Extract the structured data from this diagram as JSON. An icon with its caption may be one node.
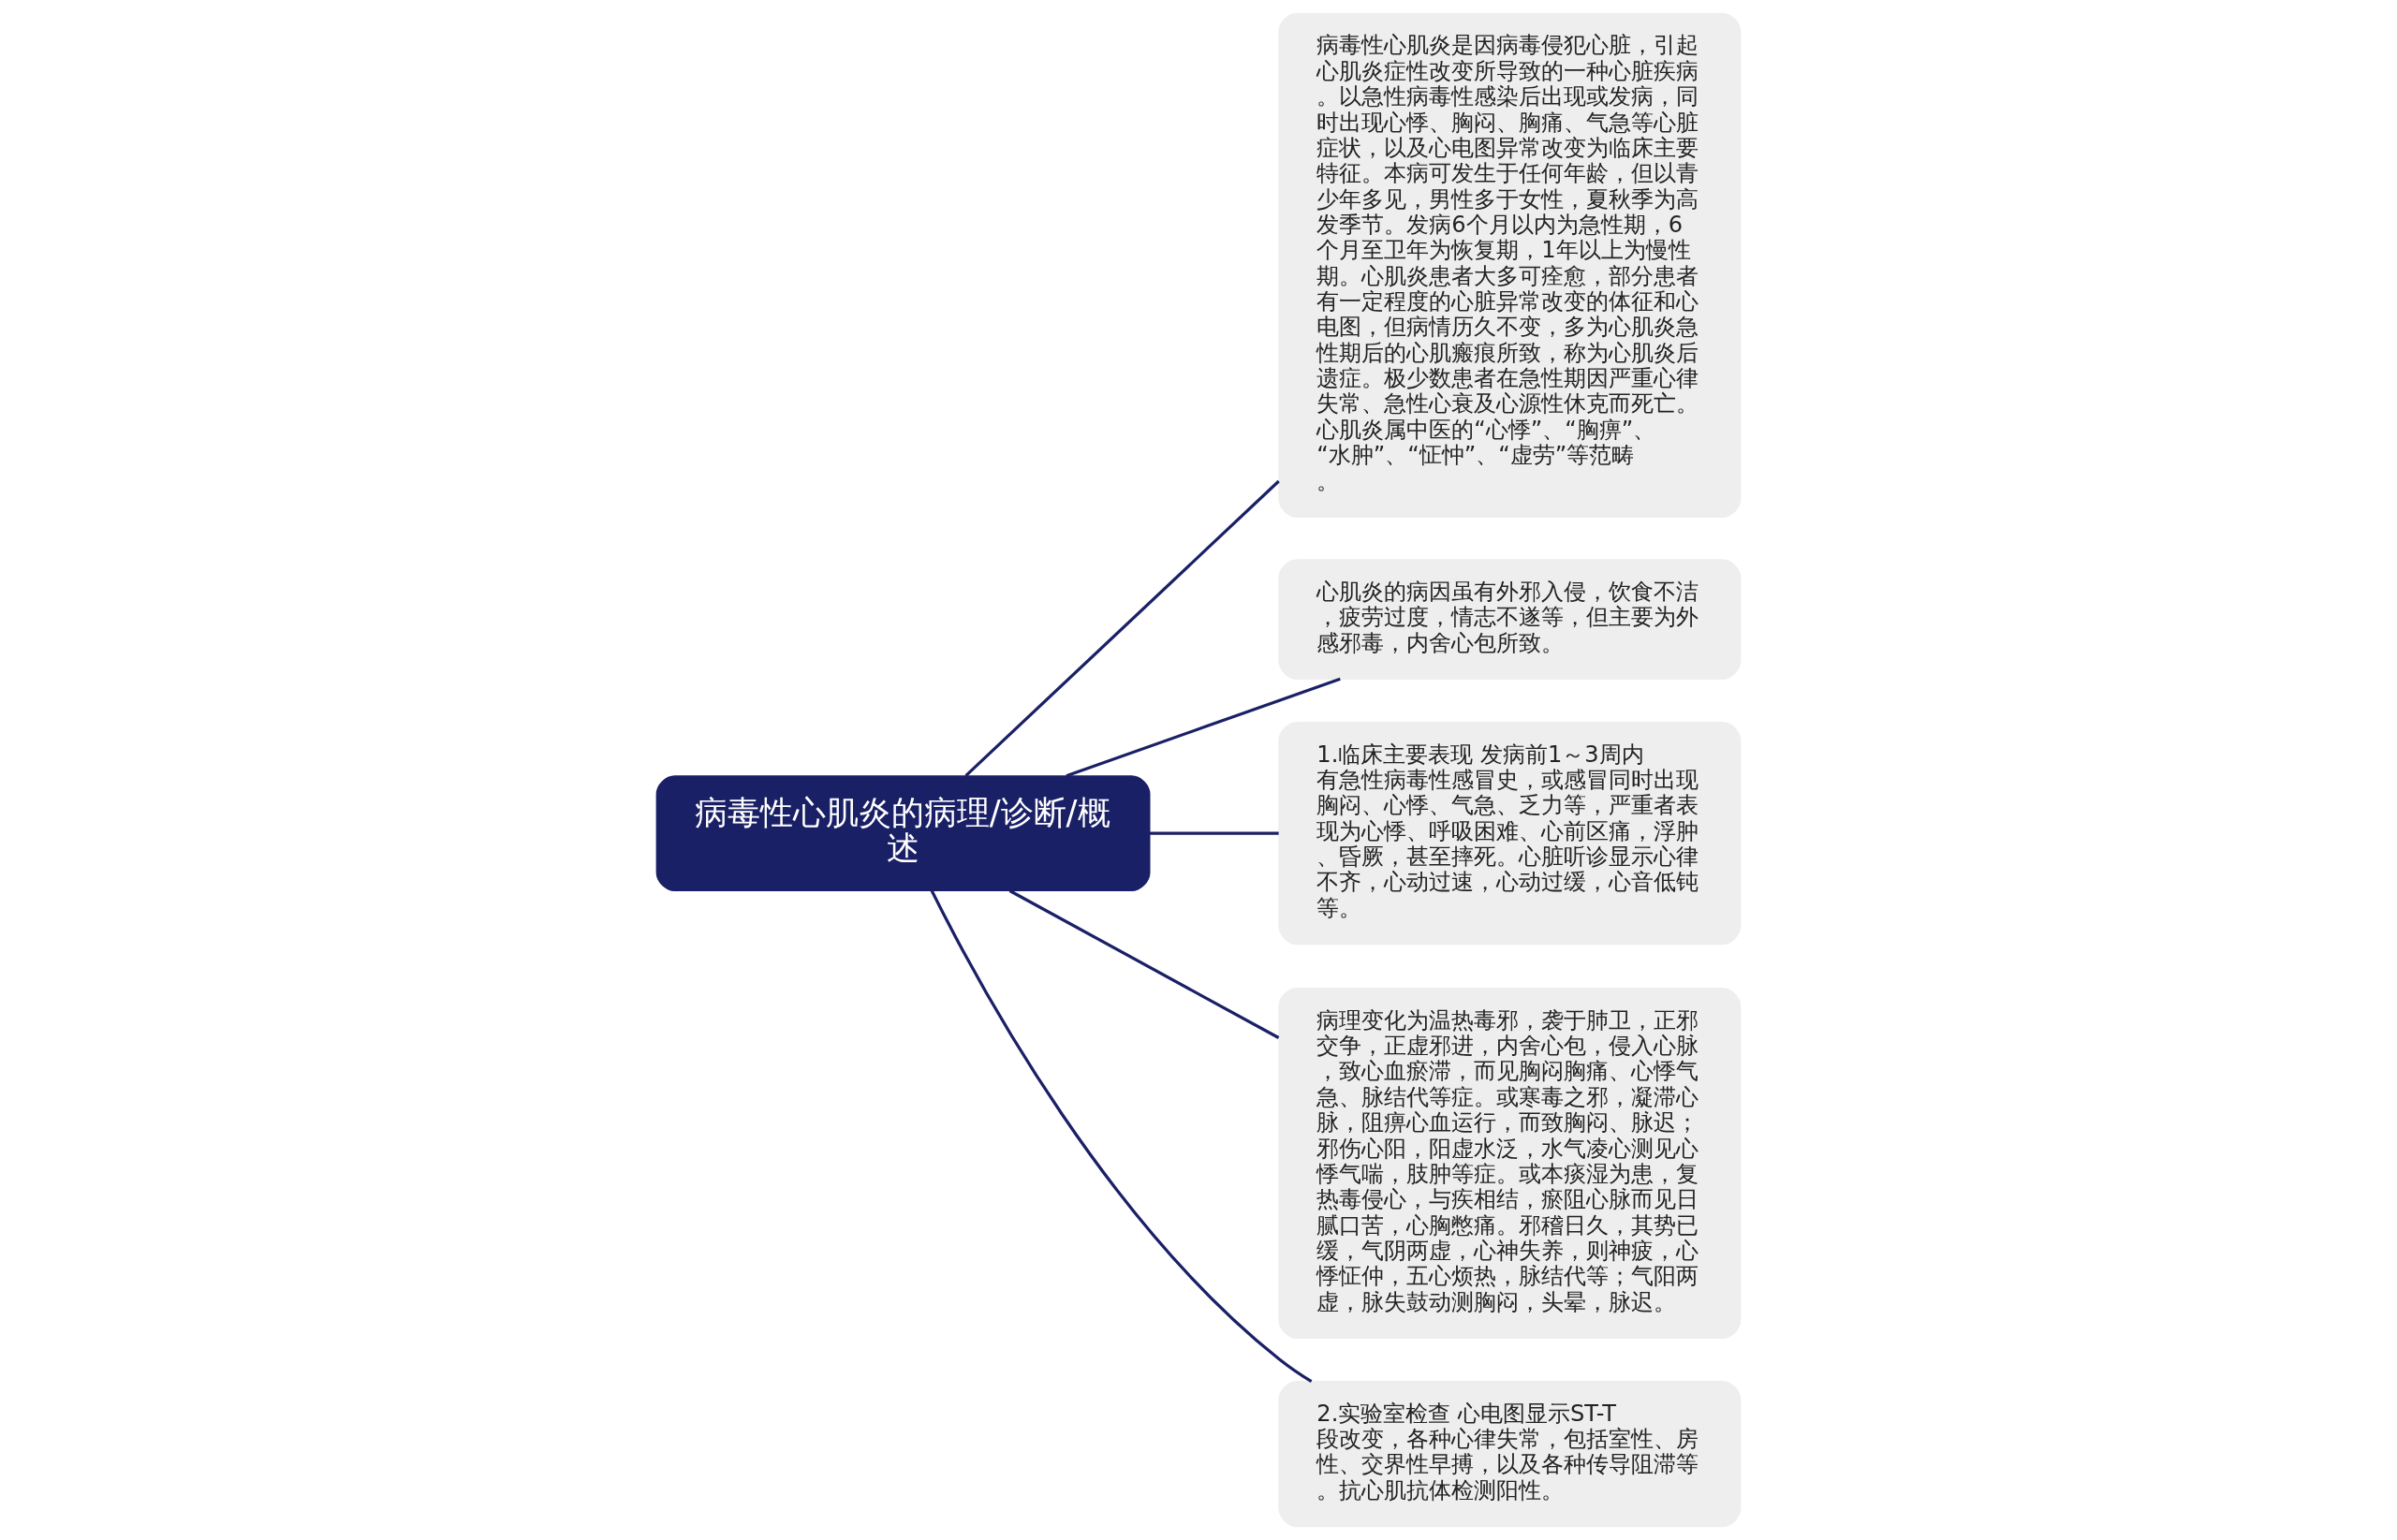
{
  "diagram": {
    "nodes": [
      {
        "text": [
          "病毒性心肌炎的病理/诊断/概述"
        ]
      },
      {
        "text": [
          "病毒性心肌炎是因病毒侵犯心脏，引起心肌炎症性改变所导致的一种心脏疾病。以急性病毒性感染后出现或发病，同时出现心悸、胸闷、胸痛、气急等心脏症状，以及心电图异常改变为临床主要特征。本病可发生于任何年龄，但以青少年多见，男性多于女性，夏秋季为高发季节。发病6个月以内为急性期，6个月至卫年为恢复期，1年以上为慢性期。心肌炎患者大多可痊愈，部分患者有一定程度的心脏异常改变的体征和心电图，但病情历久不变，多为心肌炎急性期后的心肌瘢痕所致，称为心肌炎后遗症。极少数患者在急性期因严重心律失常、急性心衰及心源性休克而死亡。心肌炎属中医的“心悸”、“胸痹”、“水肿”、“怔忡”、“虚劳”等范畴。"
        ]
      },
      {
        "text": [
          "心肌炎的病因虽有外邪入侵，饮食不洁，疲劳过度，情志不遂等，但主要为外感邪毒，内舍心包所致。"
        ]
      },
      {
        "text": [
          "1.临床主要表现 发病前1～3周内有急性病毒性感冒史，或感冒同时出现胸闷、心悸、气急、乏力等，严重者表现为心悸、呼吸困难、心前区痛，浮肿、昏厥，甚至摔死。心脏听诊显示心律不齐，心动过速，心动过缓，心音低钝等。"
        ]
      },
      {
        "text": [
          "病理变化为温热毒邪，袭于肺卫，正邪交争，正虚邪进，内舍心包，侵入心脉，致心血瘀滞，而见胸闷胸痛、心悸气急、脉结代等症。或寒毒之邪，凝滞心脉，阻痹心血运行，而致胸闷、脉迟；邪伤心阳，阳虚水泛，水气凌心测见心悸气喘，肢肿等症。或本痰湿为患，复热毒侵心，与疾相结，瘀阻心脉而见日腻口苦，心胸憋痛。邪稽日久，其势已缓，气阴两虚，心神失养，则神疲，心悸怔仲，五心烦热，脉结代等；气阳两虚，脉失鼓动测胸闷，头晕，脉迟。"
        ]
      },
      {
        "text": [
          "2.实验室检查 心电图显示ST-T段改变，各种心律失常，包括室性、房性、交界性早搏，以及各种传导阻滞等。抗心肌抗体检测阳性。"
        ]
      }
    ],
    "edges": [
      {
        "from": 0,
        "to": 1,
        "arrow": "none"
      },
      {
        "from": 0,
        "to": 2,
        "arrow": "none"
      },
      {
        "from": 0,
        "to": 3,
        "arrow": "none"
      },
      {
        "from": 0,
        "to": 4,
        "arrow": "none"
      },
      {
        "from": 0,
        "to": 5,
        "arrow": "none"
      }
    ]
  }
}
